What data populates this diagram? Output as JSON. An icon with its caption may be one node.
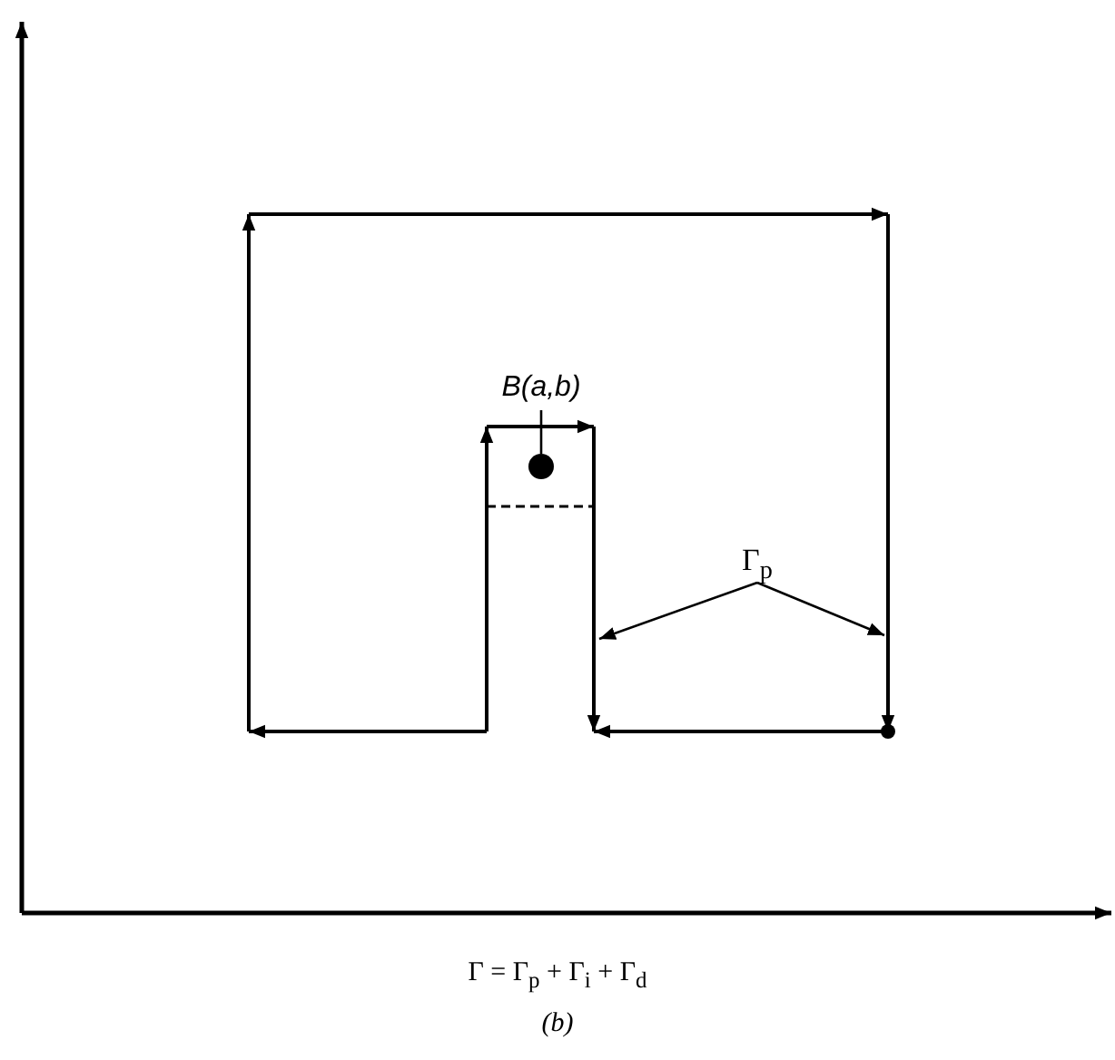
{
  "diagram": {
    "caption": "Γ = Γ$_{p}$ + Γ$_{i}$ + Γ$_{d}$",
    "nodes": [
      {
        "text": [
          "B(a,b)"
        ]
      },
      {
        "text": [],
        "shape": "circle"
      },
      {
        "text": [
          "Γ$_{p}$"
        ]
      }
    ],
    "edges": [
      {
        "from": 2,
        "to": null,
        "arrow": "to"
      },
      {
        "from": 2,
        "to": null,
        "arrow": "to"
      },
      {
        "from": 0,
        "to": 1,
        "arrow": "none"
      }
    ],
    "labels": [
      "(b)"
    ]
  }
}
